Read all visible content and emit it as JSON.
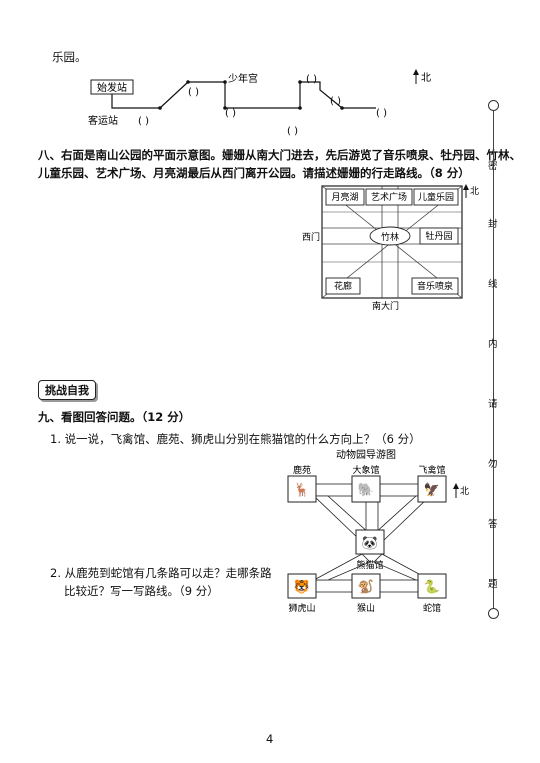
{
  "top_text": "乐园。",
  "route_map": {
    "start_station": "始发站",
    "youth_palace": "少年宫",
    "bus_station": "客运站",
    "blank": "(        )",
    "north": "北"
  },
  "q8": {
    "line1": "八、右面是南山公园的平面示意图。姗姗从南大门进去，先后游览了音乐喷泉、牡丹园、竹林、",
    "line2": "儿童乐园、艺术广场、月亮湖最后从西门离开公园。请描述姗姗的行走路线。（8 分）",
    "park": {
      "moon_lake": "月亮湖",
      "art_square": "艺术广场",
      "kids_park": "儿童乐园",
      "west_gate": "西门",
      "bamboo": "竹林",
      "peony": "牡丹园",
      "corridor": "花廊",
      "fountain": "音乐喷泉",
      "south_gate": "南大门",
      "north": "北"
    }
  },
  "challenge_badge": "挑战自我",
  "q9": {
    "title": "九、看图回答问题。（12 分）",
    "sub1": "1. 说一说，飞禽馆、鹿苑、狮虎山分别在熊猫馆的什么方向上？（6 分）",
    "sub2_line1": "2. 从鹿苑到蛇馆有几条路可以走？走哪条路",
    "sub2_line2": "比较近？写一写路线。（9 分）",
    "zoo": {
      "title": "动物园导游图",
      "deer": "鹿苑",
      "elephant": "大象馆",
      "aviary": "飞禽馆",
      "panda": "熊猫馆",
      "lion": "狮虎山",
      "monkey": "猴山",
      "snake": "蛇馆",
      "north": "北"
    }
  },
  "margin_chars": [
    "密",
    "封",
    "线",
    "内",
    "请",
    "勿",
    "答",
    "题"
  ],
  "page_number": "4"
}
